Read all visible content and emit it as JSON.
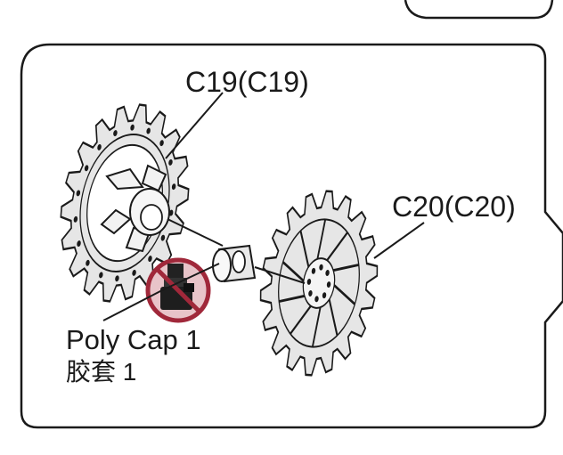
{
  "instruction_panel": {
    "parts": {
      "c19": {
        "label": "C19(C19)"
      },
      "c20": {
        "label": "C20(C20)"
      },
      "poly_cap": {
        "label": "Poly Cap 1",
        "label_cn": "胶套 1"
      }
    },
    "prohibited_icon": "prohibited-sign-icon",
    "colors": {
      "line": "#1a1a1a",
      "panel_fill": "#ffffff",
      "prohibit_red": "#a0283a",
      "prohibit_fill": "#e8c4c9",
      "gear_gray": "#e6e6e6"
    }
  }
}
